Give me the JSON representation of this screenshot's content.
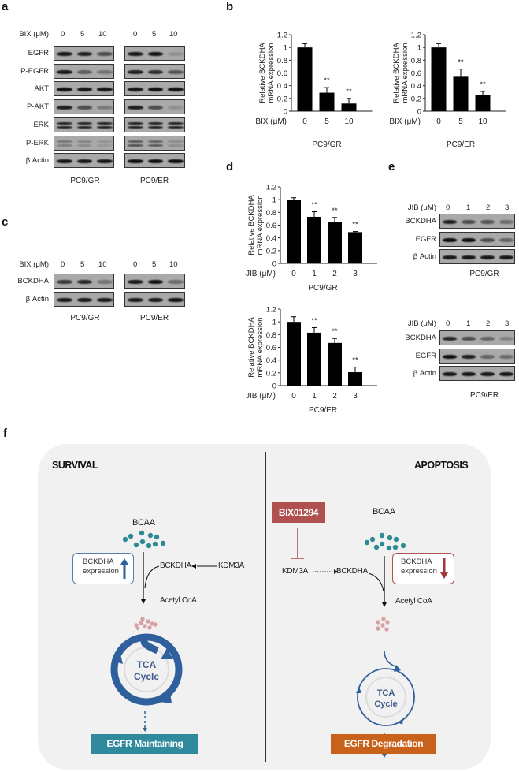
{
  "panels": {
    "a": {
      "letter": "a",
      "treatment_label": "BIX (μM)",
      "doses": [
        "0",
        "5",
        "10"
      ],
      "rows": [
        "EGFR",
        "P-EGFR",
        "AKT",
        "P-AKT",
        "ERK",
        "P-ERK",
        "β Actin"
      ],
      "cell_lines": [
        "PC9/GR",
        "PC9/ER"
      ]
    },
    "b": {
      "letter": "b",
      "cell_lines": [
        "PC9/GR",
        "PC9/ER"
      ]
    },
    "c": {
      "letter": "c",
      "treatment_label": "BIX (μM)",
      "doses": [
        "0",
        "5",
        "10"
      ],
      "rows": [
        "BCKDHA",
        "β Actin"
      ],
      "cell_lines": [
        "PC9/GR",
        "PC9/ER"
      ]
    },
    "d": {
      "letter": "d",
      "cell_lines": [
        "PC9/GR",
        "PC9/ER"
      ]
    },
    "e": {
      "letter": "e",
      "treatment_label": "JIB (μM)",
      "doses": [
        "0",
        "1",
        "2",
        "3"
      ],
      "rows": [
        "BCKDHA",
        "EGFR",
        "β Actin"
      ],
      "cell_lines": [
        "PC9/GR",
        "PC9/ER"
      ]
    },
    "f": {
      "letter": "f",
      "survival": {
        "title": "SURVIVAL",
        "bcaa": "BCAA",
        "bckdha": "BCKDHA",
        "kdm3a": "KDM3A",
        "expression_line1": "BCKDHA",
        "expression_line2": "expression",
        "acetyl": "Acetyl CoA",
        "tca_line1": "TCA",
        "tca_line2": "Cycle",
        "outcome": "EGFR Maintaining",
        "outcome_color": "#2e8a9c",
        "arrow_color": "#2f5f9c"
      },
      "apoptosis": {
        "title": "APOPTOSIS",
        "drug": "BIX01294",
        "drug_color": "#b0504f",
        "bcaa": "BCAA",
        "bckdha": "BCKDHA",
        "kdm3a": "KDM3A",
        "expression_line1": "BCKDHA",
        "expression_line2": "expression",
        "acetyl": "Acetyl CoA",
        "tca_line1": "TCA",
        "tca_line2": "Cycle",
        "outcome": "EGFR Degradation",
        "outcome_color": "#c8621a",
        "arrow_color": "#b0504f"
      }
    }
  },
  "chart_data": [
    {
      "id": "b-left",
      "type": "bar",
      "title": "PC9/GR",
      "xlabel": "BIX (μM)",
      "ylabel": "Relative BCKDHA mRNA expression",
      "categories": [
        "0",
        "5",
        "10"
      ],
      "values": [
        1.0,
        0.29,
        0.12
      ],
      "errors": [
        0.06,
        0.08,
        0.08
      ],
      "significance": [
        "",
        "**",
        "**"
      ],
      "yticks": [
        "0",
        "0.2",
        "0.4",
        "0.6",
        "0.8",
        "1",
        "1.2"
      ],
      "ylim": [
        0,
        1.2
      ]
    },
    {
      "id": "b-right",
      "type": "bar",
      "title": "PC9/ER",
      "xlabel": "BIX (μM)",
      "ylabel": "Relative BCKDHA mRNA expression",
      "categories": [
        "0",
        "5",
        "10"
      ],
      "values": [
        1.0,
        0.54,
        0.25
      ],
      "errors": [
        0.06,
        0.12,
        0.06
      ],
      "significance": [
        "",
        "**",
        "**"
      ],
      "yticks": [
        "0",
        "0.2",
        "0.4",
        "0.6",
        "0.8",
        "1",
        "1.2"
      ],
      "ylim": [
        0,
        1.2
      ]
    },
    {
      "id": "d-top",
      "type": "bar",
      "title": "PC9/GR",
      "xlabel": "JIB (μM)",
      "ylabel": "Relative BCKDHA mRNA expression",
      "categories": [
        "0",
        "1",
        "2",
        "3"
      ],
      "values": [
        1.0,
        0.73,
        0.65,
        0.49
      ],
      "errors": [
        0.03,
        0.08,
        0.07,
        0.01
      ],
      "significance": [
        "",
        "**",
        "**",
        "**"
      ],
      "yticks": [
        "0",
        "0.2",
        "0.4",
        "0.6",
        "0.8",
        "1",
        "1.2"
      ],
      "ylim": [
        0,
        1.2
      ]
    },
    {
      "id": "d-bottom",
      "type": "bar",
      "title": "PC9/ER",
      "xlabel": "JIB (μM)",
      "ylabel": "Relative BCKDHA mRNA expression",
      "categories": [
        "0",
        "1",
        "2",
        "3"
      ],
      "values": [
        1.0,
        0.83,
        0.67,
        0.21
      ],
      "errors": [
        0.08,
        0.08,
        0.07,
        0.08
      ],
      "significance": [
        "",
        "**",
        "**",
        "**"
      ],
      "yticks": [
        "0",
        "0.2",
        "0.4",
        "0.6",
        "0.8",
        "1",
        "1.2"
      ],
      "ylim": [
        0,
        1.2
      ]
    }
  ]
}
